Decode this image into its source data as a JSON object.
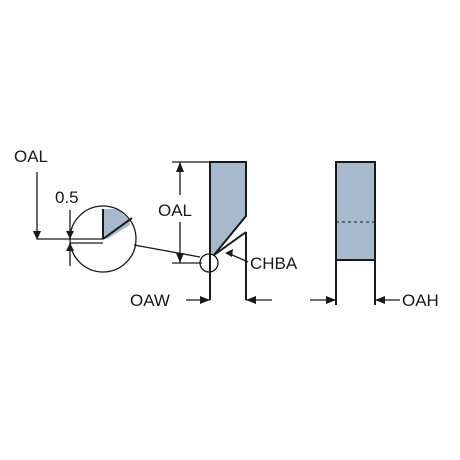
{
  "labels": {
    "oal_detail": "OAL",
    "half_mm": "0.5",
    "oal_side": "OAL",
    "chba": "CHBA",
    "oaw": "OAW",
    "oah": "OAH"
  },
  "colors": {
    "insert_fill": "#a7b9cc",
    "line": "#1a1a1a",
    "background": "#ffffff"
  }
}
